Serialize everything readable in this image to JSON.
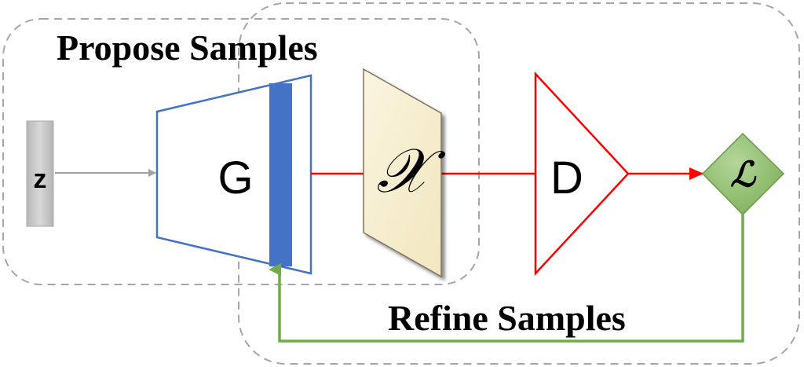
{
  "regions": {
    "propose_label": "Propose Samples",
    "refine_label": "Refine Samples"
  },
  "nodes": {
    "z_label": "z",
    "generator_label": "G",
    "data_space_symbol": "𝒳",
    "discriminator_label": "D",
    "loss_symbol": "ℒ"
  },
  "colors": {
    "region_border": "#a6a6a6",
    "noise_fill": "#c8c8c8",
    "generator_outline": "#4472c4",
    "generator_band": "#4472c4",
    "discriminator_outline": "#ff0000",
    "forward_arrow": "#ff0000",
    "input_arrow": "#a0a0a0",
    "loss_fill": "#8fbf6a",
    "loss_stroke": "#6a9a4a",
    "feedback_arrow": "#70ad47",
    "parchment": "#f7efd0"
  }
}
